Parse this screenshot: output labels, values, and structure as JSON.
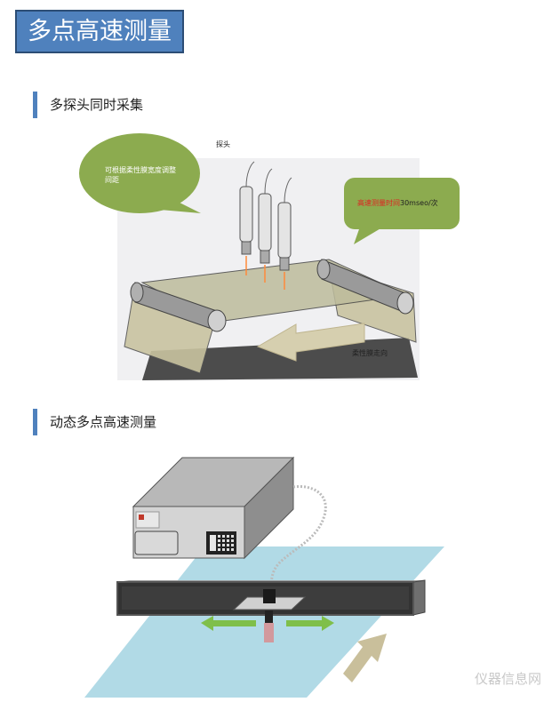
{
  "title": "多点高速测量",
  "section1": {
    "heading": "多探头同时采集",
    "probe_label": "探头",
    "bubble_left": "可根据柔性膜宽度调整间距",
    "bubble_right_red": "高速测量时间",
    "bubble_right_rest": "30mseo/次",
    "film_label": "柔性膜走向"
  },
  "section2": {
    "heading": "动态多点高速测量"
  },
  "watermark": "仪器信息网",
  "colors": {
    "heading_bar": "#4f81bd",
    "bubble": "#8cab4f",
    "arrow": "#c9bf9b",
    "glass": "#a9d6e3",
    "green_arrow": "#7fbf4a"
  }
}
